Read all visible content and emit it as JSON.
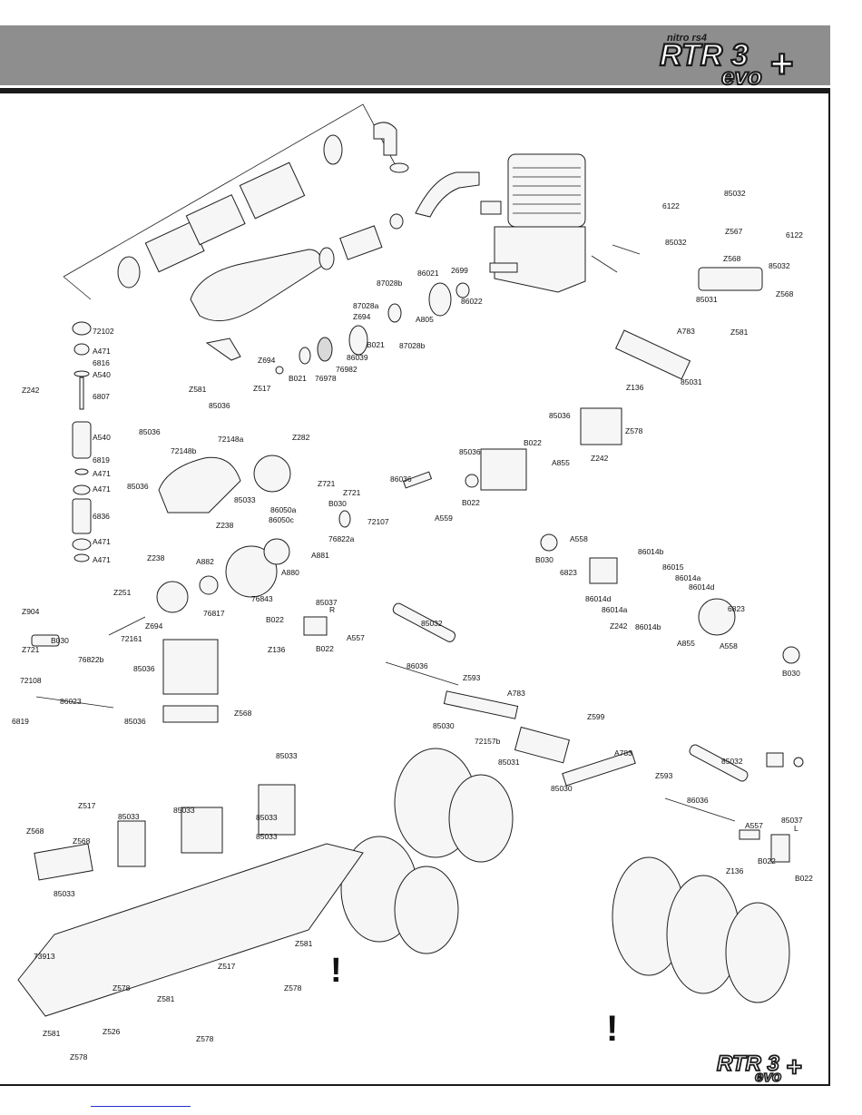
{
  "header": {
    "logo_top": "nitro rs4",
    "logo_main": "RTR 3",
    "logo_sub": "evo",
    "logo_plus": "+"
  },
  "footer_logo": {
    "main": "RTR 3",
    "sub": "evo",
    "plus": "+"
  },
  "warning_glyph": "!",
  "part_labels": [
    "72102",
    "A471",
    "6816",
    "A540",
    "Z242",
    "6807",
    "A540",
    "6819",
    "A471",
    "A471",
    "6836",
    "A471",
    "A471",
    "Z581",
    "85036",
    "85036",
    "72148b",
    "72148a",
    "Z282",
    "85036",
    "Z721",
    "85033",
    "86050a",
    "86050c",
    "B030",
    "Z238",
    "Z721",
    "72107",
    "76822a",
    "A881",
    "A880",
    "Z238",
    "A882",
    "76843",
    "76817",
    "Z694",
    "Z251",
    "72161",
    "Z904",
    "B030",
    "Z721",
    "76822b",
    "72108",
    "85036",
    "86023",
    "6819",
    "85036",
    "Z694",
    "Z517",
    "B021",
    "76978",
    "76982",
    "86039",
    "B021",
    "87028b",
    "87028a",
    "Z694",
    "A805",
    "86021",
    "2699",
    "86022",
    "87028b",
    "85037",
    "R",
    "B022",
    "Z136",
    "B022",
    "A557",
    "85032",
    "86036",
    "85033",
    "Z568",
    "85033",
    "Z593",
    "A783",
    "85030",
    "72157b",
    "Z599",
    "85031",
    "A783",
    "Z593",
    "85030",
    "85032",
    "86036",
    "A557",
    "85037",
    "L",
    "B022",
    "Z136",
    "B022",
    "6122",
    "85032",
    "6122",
    "85032",
    "Z567",
    "Z568",
    "85032",
    "85031",
    "Z568",
    "A783",
    "Z581",
    "85031",
    "Z136",
    "85036",
    "Z578",
    "B022",
    "85036",
    "A855",
    "Z242",
    "86036",
    "B022",
    "A559",
    "B030",
    "A558",
    "6823",
    "86014b",
    "86015",
    "86014a",
    "86014d",
    "86014d",
    "86014a",
    "Z242",
    "86014b",
    "6823",
    "A855",
    "A558",
    "B030",
    "Z517",
    "Z568",
    "Z568",
    "85033",
    "85033",
    "85033",
    "85033",
    "73913",
    "Z581",
    "Z578",
    "Z517",
    "Z578",
    "Z581",
    "Z526",
    "Z581",
    "Z578",
    "Z578"
  ],
  "colors": {
    "header_bar": "#8e8e8e",
    "rule": "#1a1a1a",
    "link": "#2233cc"
  }
}
